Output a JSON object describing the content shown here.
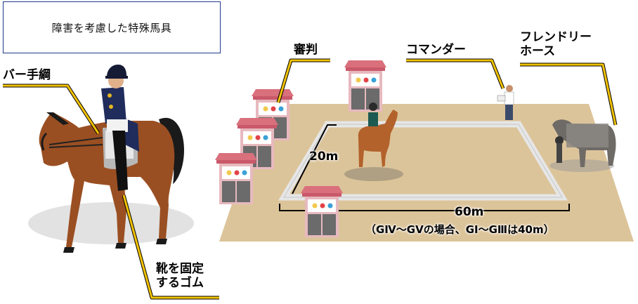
{
  "title": "障害を考慮した特殊馬具",
  "labels": {
    "bar_rein": "バー手綱",
    "judge": "審判",
    "commander": "コマンダー",
    "friendly_horse_line1": "フレンドリー",
    "friendly_horse_line2": "ホース",
    "boot_rubber_line1": "靴を固定",
    "boot_rubber_line2": "するゴム"
  },
  "dimensions": {
    "width": "20m",
    "length": "60m",
    "note": "（GⅣ～GⅤの場合、GⅠ～GⅢは40m）"
  },
  "colors": {
    "callout_line": "#f2c200",
    "arena_ground": "#dcc49a",
    "arena_fence": "#e6e6e6",
    "booth_roof": "#d9707c",
    "horse_brown": "#9a4f22",
    "title_border": "#1f3a8a"
  }
}
